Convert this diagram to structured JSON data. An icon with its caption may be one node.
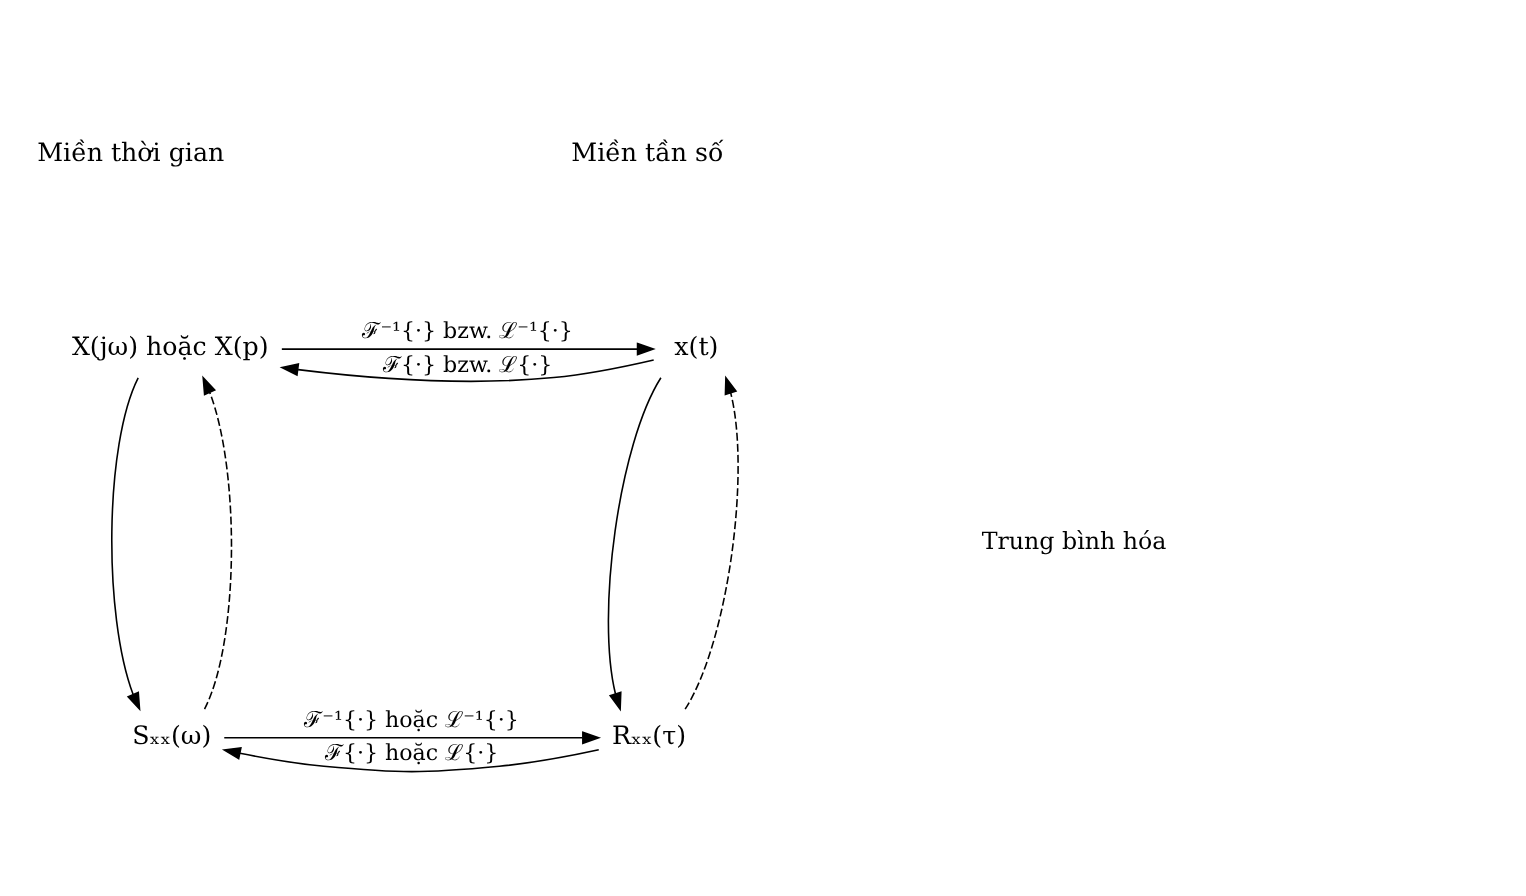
{
  "diagram": {
    "nodes": [
      {
        "text": [
          "x(t)"
        ]
      },
      {
        "text": [
          "X(jω) hoặc X(p)"
        ]
      },
      {
        "text": [
          "Rₓₓ(τ)"
        ]
      },
      {
        "text": [
          "Sₓₓ(ω)"
        ]
      }
    ],
    "edges": [
      {
        "from": 0,
        "to": 1,
        "arrow": "to",
        "label": "ℱ{·} bzw. ℒ{·}"
      },
      {
        "from": 1,
        "to": 0,
        "arrow": "to",
        "label": "ℱ⁻¹{·} bzw. ℒ⁻¹{·}"
      },
      {
        "from": 0,
        "to": 2,
        "arrow": "to"
      },
      {
        "from": 2,
        "to": 0,
        "arrow": "to",
        "style": "dashed"
      },
      {
        "from": 1,
        "to": 3,
        "arrow": "to"
      },
      {
        "from": 3,
        "to": 1,
        "arrow": "to",
        "style": "dashed"
      },
      {
        "from": 2,
        "to": 3,
        "arrow": "to",
        "label": "ℱ{·} hoặc ℒ{·}"
      },
      {
        "from": 3,
        "to": 2,
        "arrow": "to",
        "label": "ℱ⁻¹{·} hoặc ℒ⁻¹{·}"
      }
    ],
    "labels": [
      "Miền thời gian",
      "Miền tần số",
      "Trung bình hóa"
    ]
  }
}
